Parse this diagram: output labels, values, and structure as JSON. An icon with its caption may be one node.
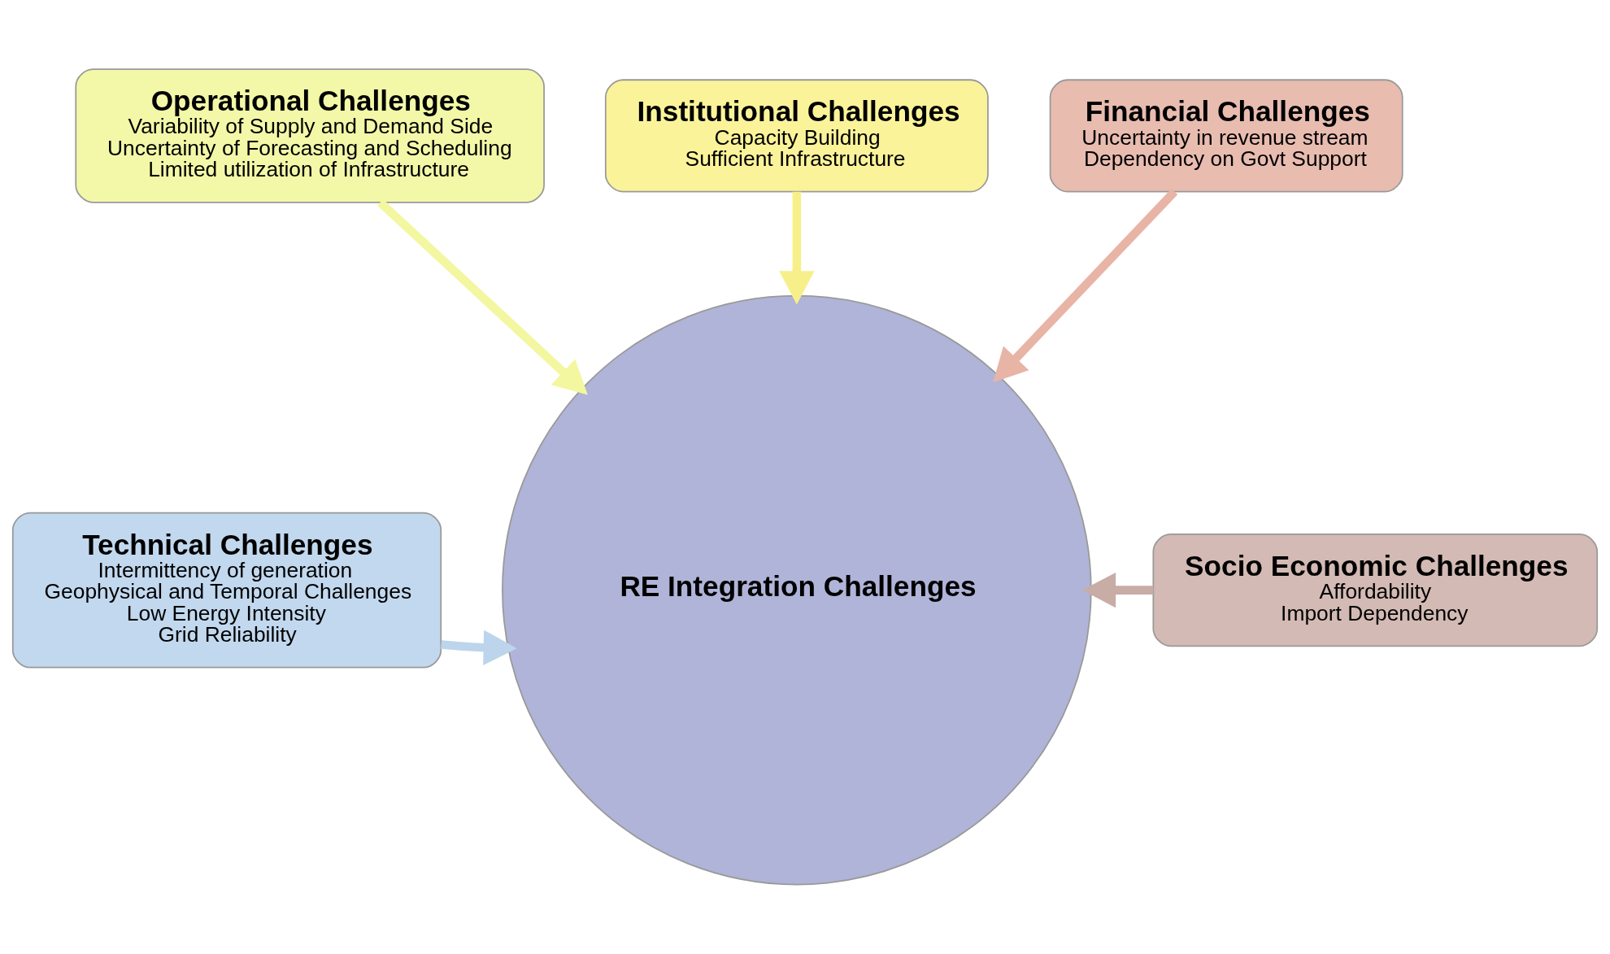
{
  "diagram": {
    "nodes": [
      {
        "text": [
          "Operational Challenges",
          "Variability of Supply and Demand Side",
          "Uncertainty of Forecasting and Scheduling",
          "Limited utilization of Infrastructure"
        ]
      },
      {
        "text": [
          "Institutional Challenges",
          "Capacity Building",
          "Sufficient Infrastructure"
        ]
      },
      {
        "text": [
          "Financial Challenges",
          "Uncertainty in revenue stream",
          "Dependency on Govt Support"
        ]
      },
      {
        "text": [
          "Technical Challenges",
          "Intermittency of generation",
          "Geophysical and Temporal Challenges",
          "Low Energy Intensity",
          "Grid Reliability"
        ]
      },
      {
        "text": [
          "RE Integration Challenges"
        ]
      },
      {
        "text": [
          "Socio Economic Challenges",
          "Affordability",
          "Import Dependency"
        ]
      }
    ],
    "edges": [
      {
        "from": 0,
        "to": 4,
        "arrow": "to",
        "color": "#f2f7a0"
      },
      {
        "from": 1,
        "to": 4,
        "arrow": "to",
        "color": "#f7f08a"
      },
      {
        "from": 2,
        "to": 4,
        "arrow": "to",
        "color": "#e8b4a6"
      },
      {
        "from": 3,
        "to": 4,
        "arrow": "to",
        "color": "#bcd5ec"
      },
      {
        "from": 5,
        "to": 4,
        "arrow": "to",
        "color": "#c8aca6"
      }
    ]
  }
}
